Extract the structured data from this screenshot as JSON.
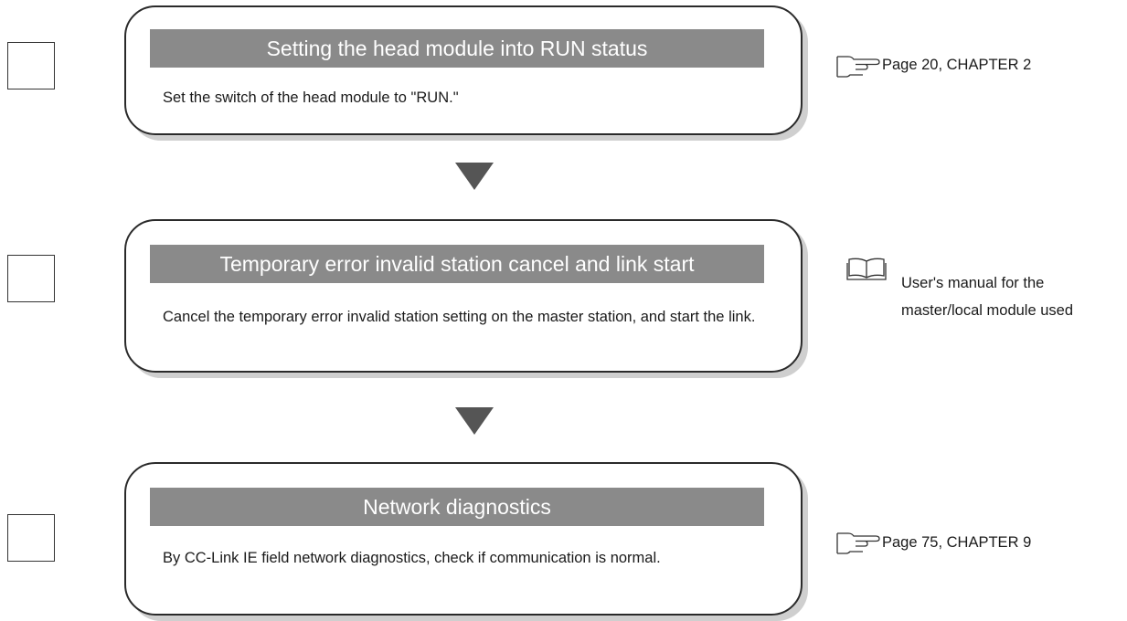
{
  "steps": [
    {
      "title": "Setting the head module into RUN status",
      "description": "Set the switch of the head module to \"RUN.\"",
      "reference": {
        "icon": "pointing-hand-icon",
        "text": "Page 20, CHAPTER 2"
      }
    },
    {
      "title": "Temporary error invalid station cancel and link start",
      "description": "Cancel the temporary error invalid station setting on the master station, and start the link.",
      "reference": {
        "icon": "manual-book-icon",
        "line1": "User's manual for the",
        "line2": "master/local module used"
      }
    },
    {
      "title": "Network diagnostics",
      "description": "By CC-Link IE field network diagnostics, check if communication is normal.",
      "reference": {
        "icon": "pointing-hand-icon",
        "text": "Page 75, CHAPTER 9"
      }
    }
  ],
  "colors": {
    "title_bar": "#8a8a8a",
    "arrow": "#555555",
    "box_border": "#2a2a2a",
    "shadow": "#cfcfcf"
  }
}
